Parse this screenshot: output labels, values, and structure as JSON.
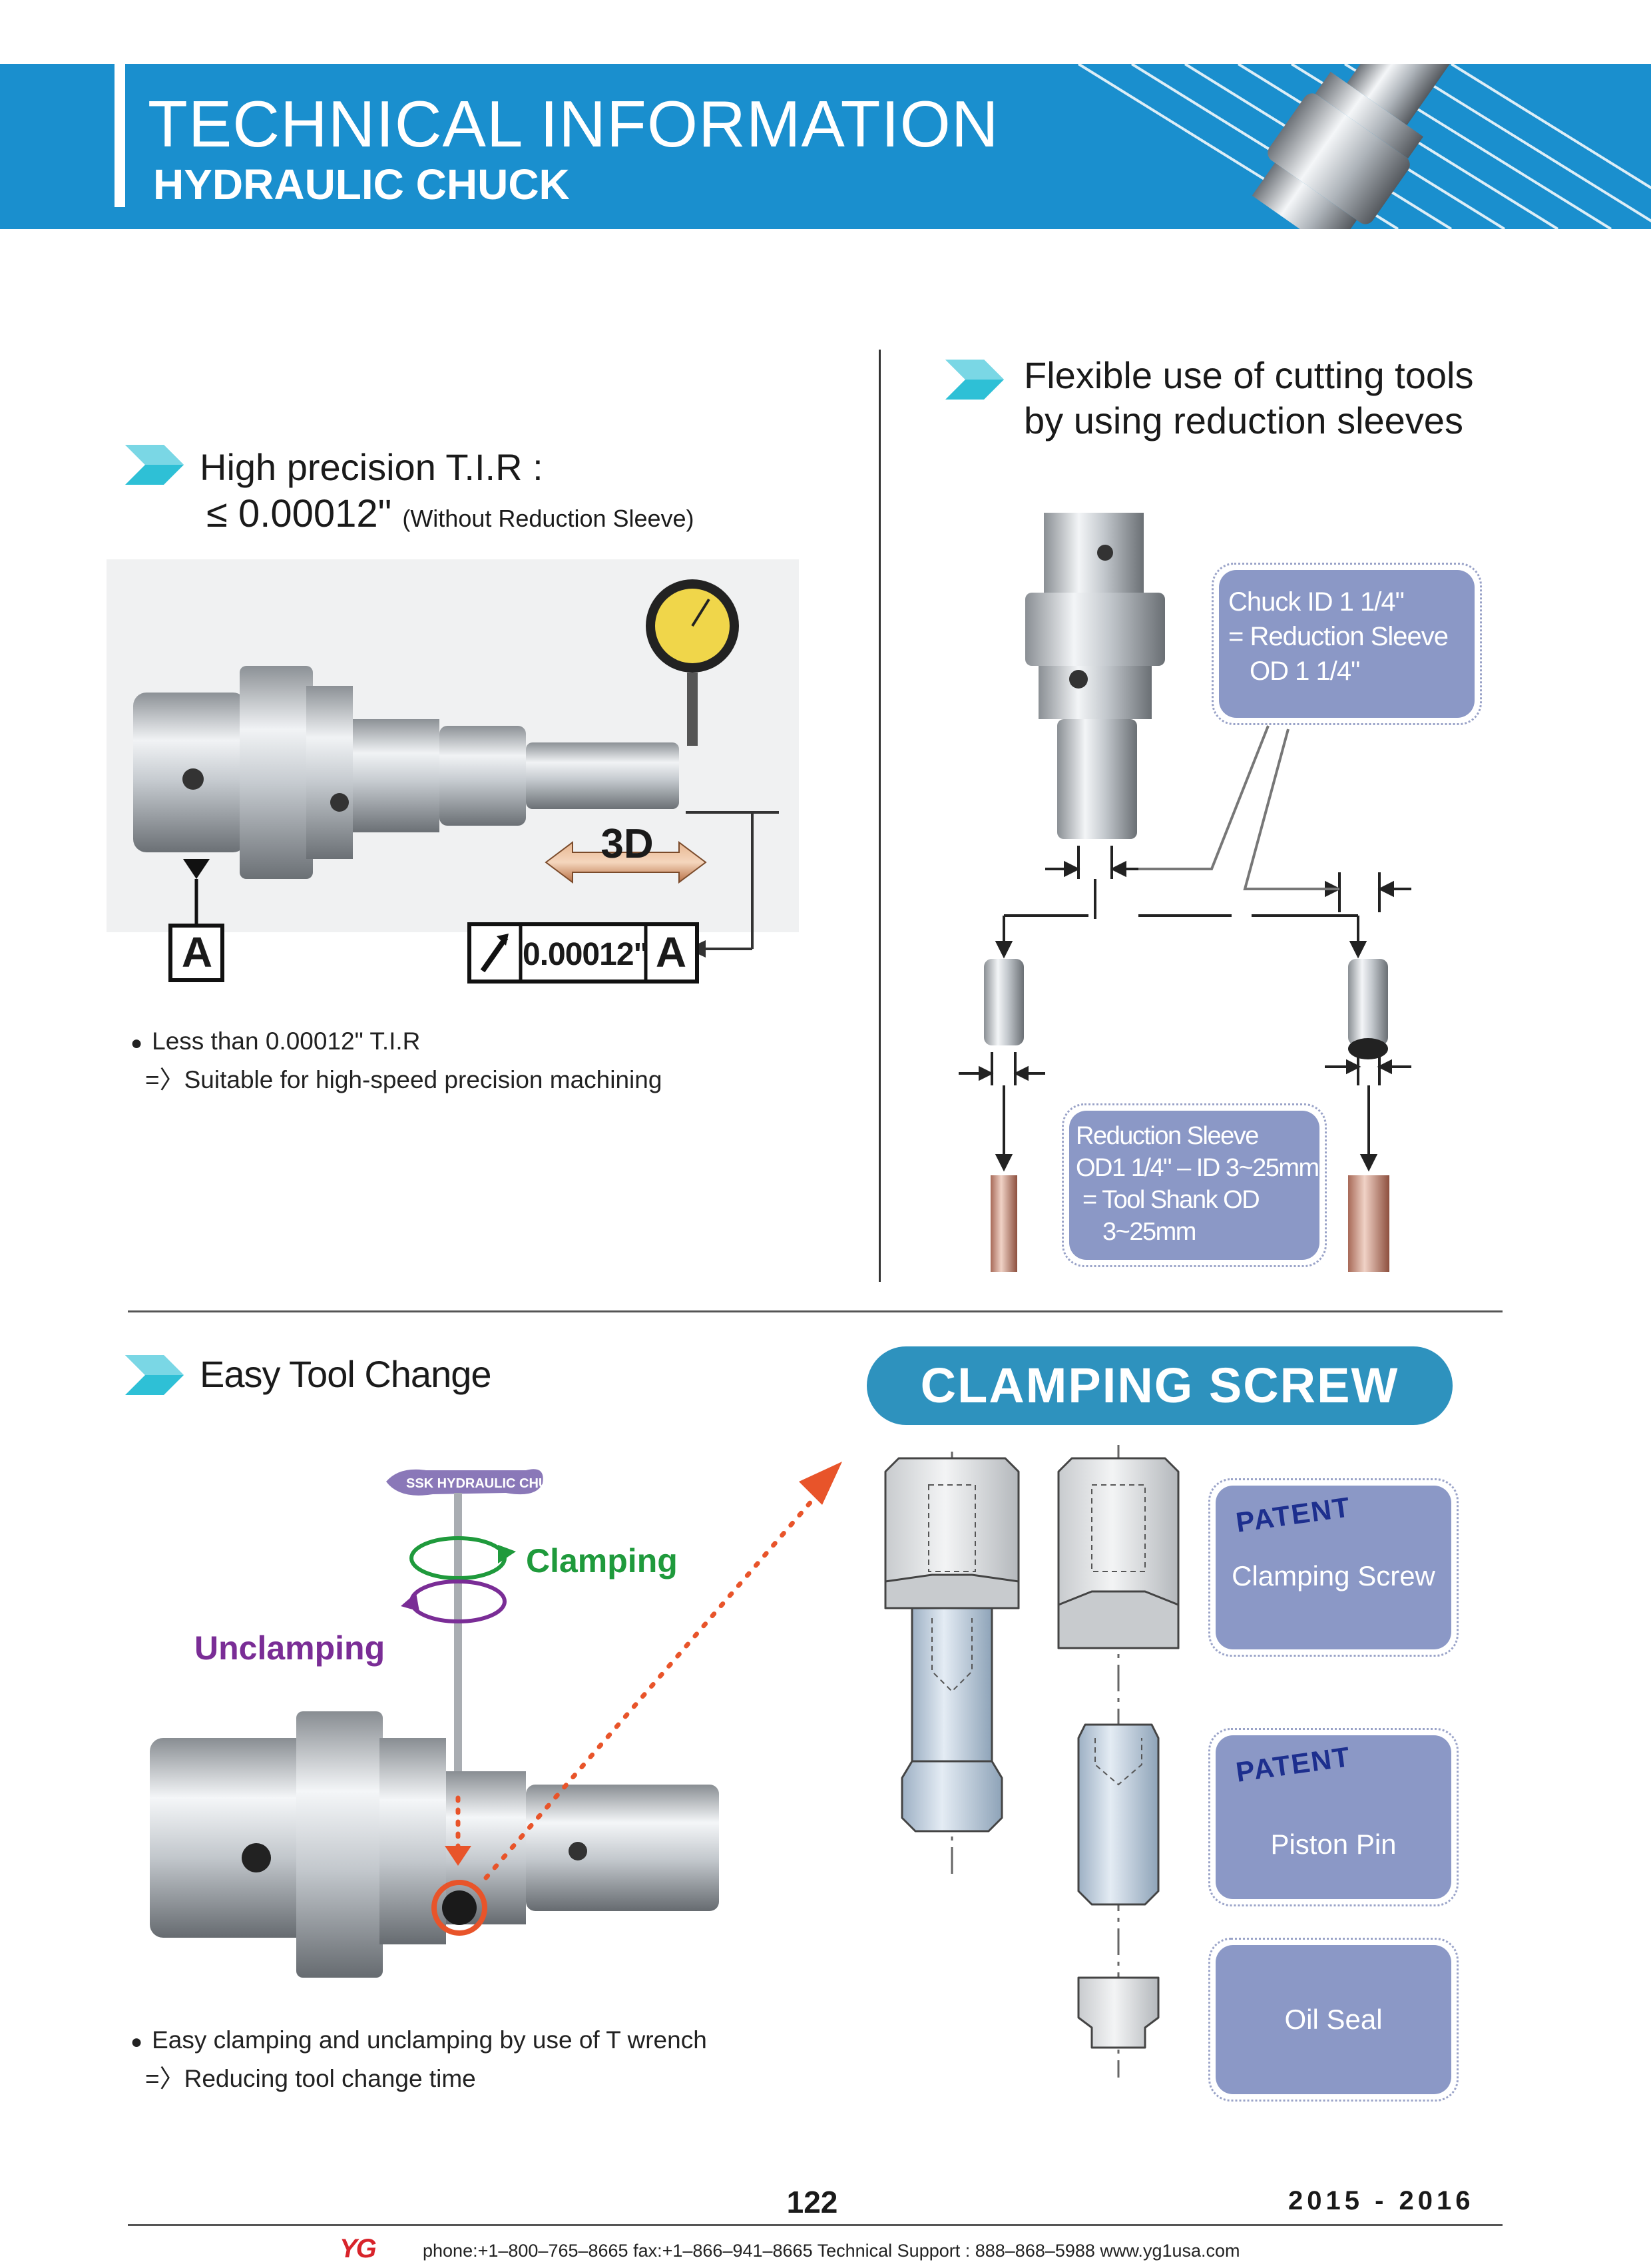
{
  "header": {
    "title": "TECHNICAL INFORMATION",
    "subtitle": "HYDRAULIC CHUCK"
  },
  "tir": {
    "title_line1": "High precision T.I.R :",
    "title_le": "≤",
    "title_value": "0.00012\"",
    "title_note": "(Without Reduction Sleeve)",
    "datum": "A",
    "depth_label": "3D",
    "tolerance_value": "0.00012\"",
    "tolerance_datum": "A",
    "bullet1": "Less than 0.00012\" T.I.R",
    "bullet2": "=〉Suitable for high-speed precision machining"
  },
  "flex": {
    "title_line1": "Flexible use of cutting tools",
    "title_line2": "by using reduction sleeves",
    "box1_line1": "Chuck ID 1 1/4\"",
    "box1_line2": "= Reduction Sleeve",
    "box1_line3": "OD 1 1/4\"",
    "box2_line1": "Reduction Sleeve",
    "box2_line2": "OD1 1/4\" – ID 3~25mm",
    "box2_line3": "= Tool Shank OD",
    "box2_line4": "3~25mm"
  },
  "easy": {
    "title": "Easy Tool Change",
    "wrench_label": "SSK HYDRAULIC CHUCK",
    "clamping": "Clamping",
    "unclamping": "Unclamping",
    "bullet1": "Easy clamping and unclamping by use of T wrench",
    "bullet2": "=〉Reducing tool change time"
  },
  "clamping": {
    "banner": "CLAMPING SCREW",
    "patent1": "PATENT",
    "item1": "Clamping Screw",
    "patent2": "PATENT",
    "item2": "Piston Pin",
    "item3": "Oil Seal"
  },
  "footer": {
    "page": "122",
    "years": "2015 - 2016",
    "logo": "YG",
    "contact": "phone:+1–800–765–8665  fax:+1–866–941–8665  Technical Support : 888–868–5988  www.yg1usa.com"
  },
  "colors": {
    "header_blue": "#1a8fce",
    "banner_teal": "#2e92be",
    "box_lavender": "#8b98c6",
    "clamp_green": "#1f9a3c",
    "unclamp_purple": "#7a2d96",
    "arrow_orange": "#e8542a",
    "tolerance_bronze": "#c97f4f"
  }
}
